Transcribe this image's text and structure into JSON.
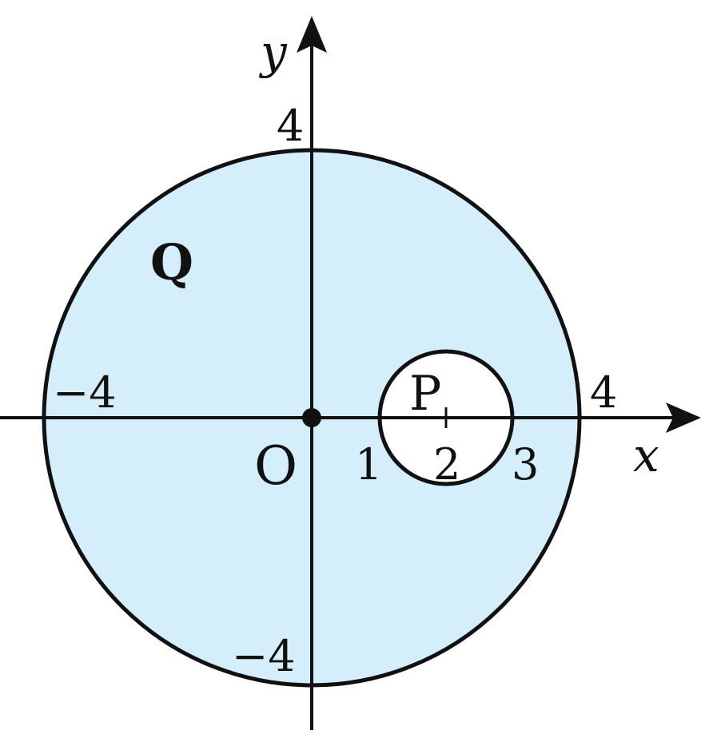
{
  "colors": {
    "region_fill": "#d4eefb",
    "inner_fill": "#ffffff",
    "stroke": "#111111"
  },
  "labels": {
    "y_axis": "y",
    "x_axis": "x",
    "origin": "O",
    "region": "Q",
    "point": "P"
  },
  "ticks": {
    "y_pos": "4",
    "y_neg": "−4",
    "x_pos": "4",
    "x_neg": "−4",
    "x_one": "1",
    "x_two": "2",
    "x_three": "3"
  }
}
